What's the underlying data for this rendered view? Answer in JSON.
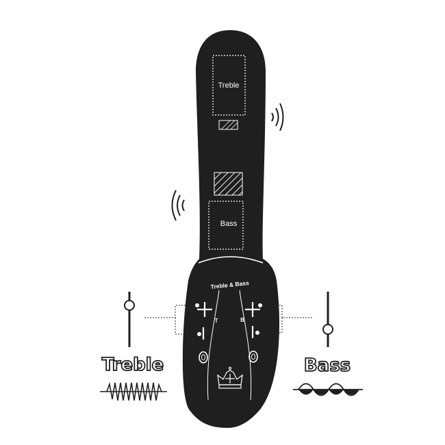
{
  "device": {
    "colors": {
      "body": "#1f1f1f",
      "line": "#ffffff",
      "ink": "#1f1f1f"
    },
    "top_zone_label": "Treble",
    "bottom_zone_label": "Bass",
    "panel_label": "Treble & Bass",
    "left_button_letter": "T",
    "right_button_letter": "B",
    "crown_icon": "crown-icon"
  },
  "controls": {
    "left_title": "Treble",
    "right_title": "Bass",
    "left_wave": "jagged-wave-icon",
    "right_wave": "smooth-wave-icon"
  }
}
